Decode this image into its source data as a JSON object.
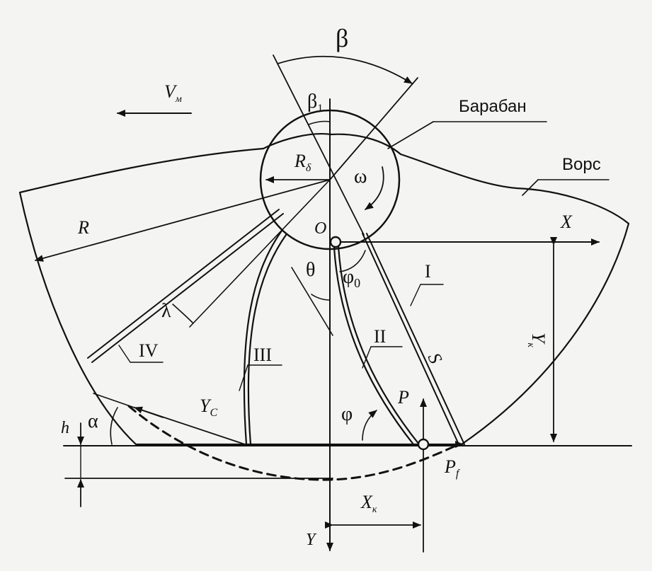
{
  "labels": {
    "beta": "β",
    "beta1": "β",
    "beta1_sub": "1",
    "vm": "V",
    "vm_sub": "м",
    "drum": "Барабан",
    "pile": "Ворс",
    "r_drum": "R",
    "r_drum_sub": "δ",
    "omega": "ω",
    "radius": "R",
    "origin": "O",
    "x_axis": "X",
    "y_axis": "Y",
    "theta": "θ",
    "phi0": "φ",
    "phi0_sub": "0",
    "bristle_1": "I",
    "bristle_2": "II",
    "bristle_3": "III",
    "bristle_4": "IV",
    "lambda": "λ",
    "s": "S",
    "yk": "Y",
    "yk_sub": "к",
    "yc": "Y",
    "yc_sub": "C",
    "alpha": "α",
    "h": "h",
    "phi": "φ",
    "p": "P",
    "pf": "P",
    "pf_sub": "f",
    "xk": "X",
    "xk_sub": "к"
  },
  "colors": {
    "ink": "#111111",
    "paper": "#f4f4f2"
  }
}
